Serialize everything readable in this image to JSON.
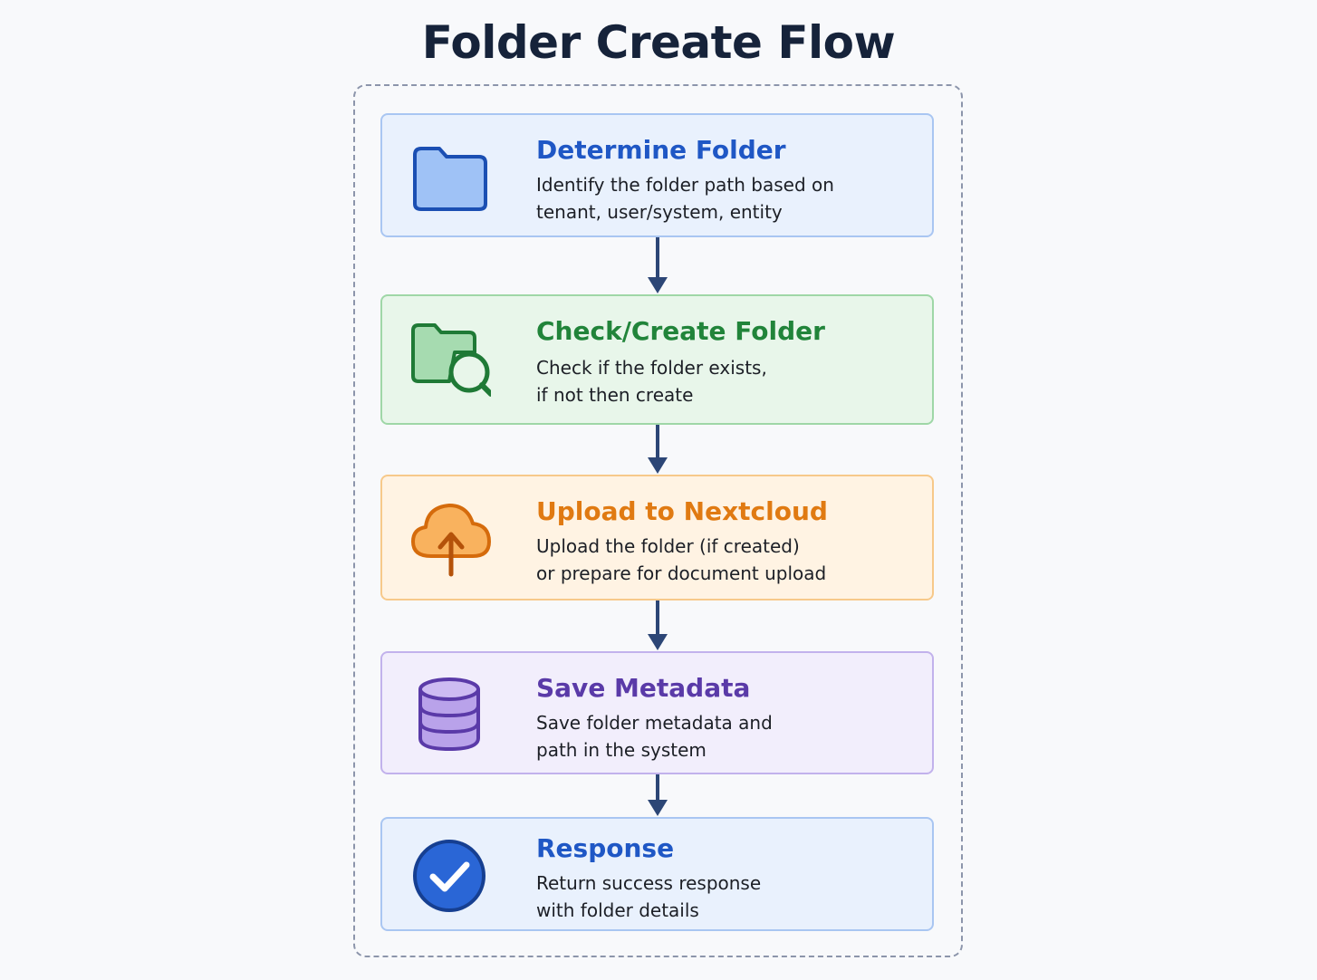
{
  "title": "Folder Create Flow",
  "steps": [
    {
      "heading": "Determine Folder",
      "desc_line1": "Identify the folder path based on",
      "desc_line2": "tenant, user/system, entity",
      "icon": "folder-icon",
      "accent": "#1f57c5"
    },
    {
      "heading": "Check/Create Folder",
      "desc_line1": "Check if the folder exists,",
      "desc_line2": "if not then create",
      "icon": "folder-search-icon",
      "accent": "#21843a"
    },
    {
      "heading": "Upload to Nextcloud",
      "desc_line1": "Upload the folder (if created)",
      "desc_line2": "or prepare for document upload",
      "icon": "cloud-upload-icon",
      "accent": "#e07a12"
    },
    {
      "heading": "Save Metadata",
      "desc_line1": "Save folder metadata and",
      "desc_line2": "path in the system",
      "icon": "database-icon",
      "accent": "#5a3aa8"
    },
    {
      "heading": "Response",
      "desc_line1": "Return success response",
      "desc_line2": "with folder details",
      "icon": "check-circle-icon",
      "accent": "#1f57c5"
    }
  ],
  "colors": {
    "arrow": "#2c4676",
    "frame_border": "#8c95ab"
  }
}
